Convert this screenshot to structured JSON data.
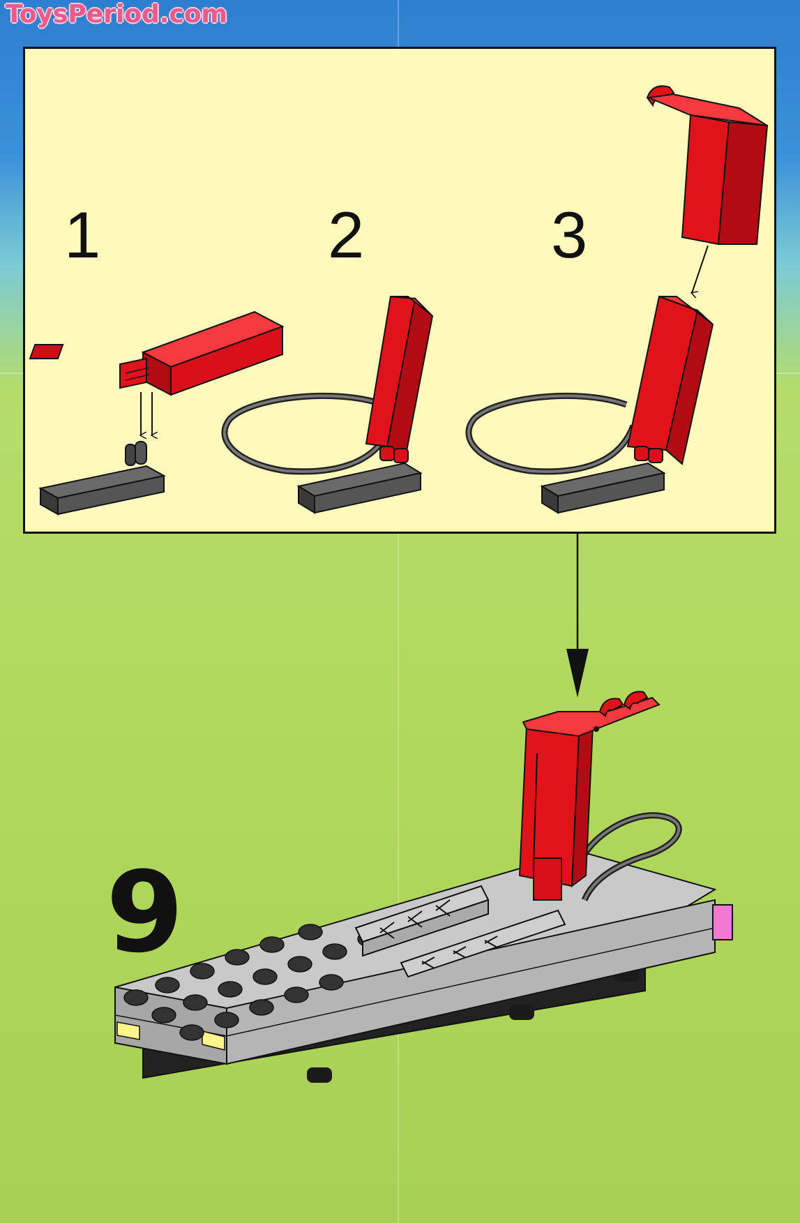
{
  "watermark": "ToysPeriod.com",
  "sub_steps": [
    "1",
    "2",
    "3"
  ],
  "main_step": "9",
  "colors": {
    "panel": "#fefbbd",
    "red_part": "#e0121a",
    "grey_plate": "#bcbcbc",
    "dark_part": "#4a4a4a",
    "background_top": "#2e7fcf",
    "background_bottom": "#a7d054"
  }
}
